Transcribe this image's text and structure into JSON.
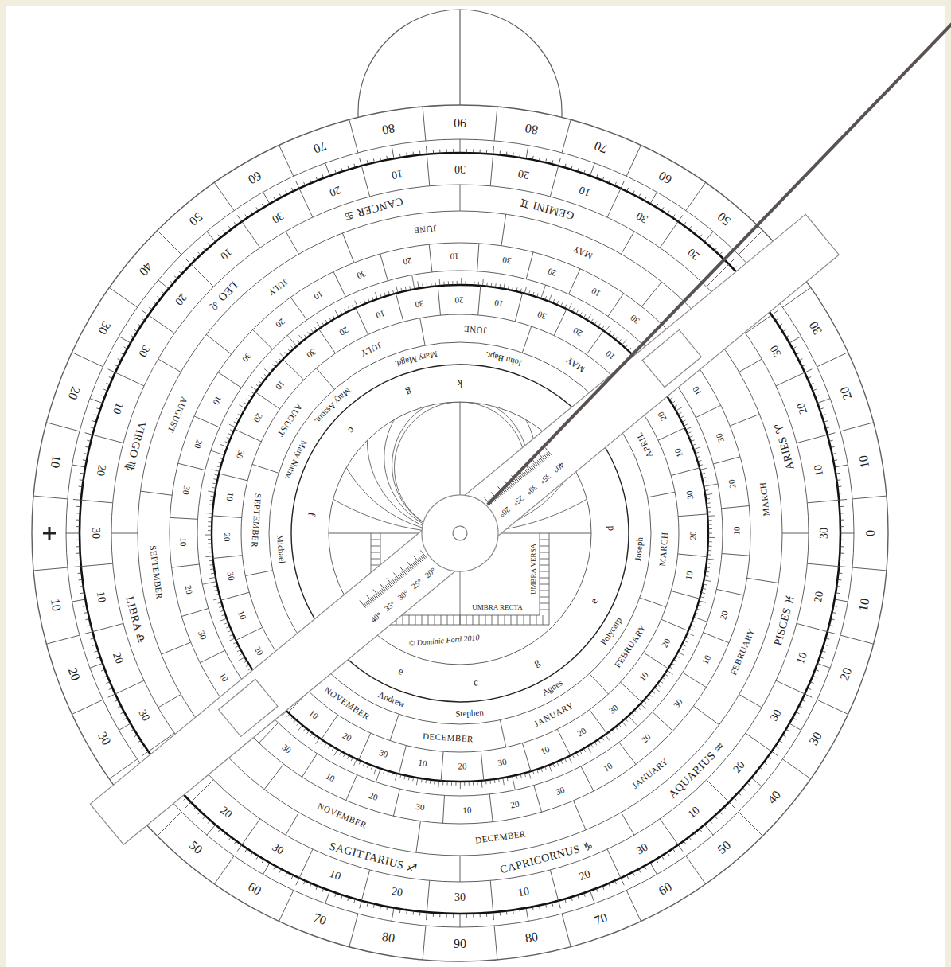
{
  "diagram": {
    "labels": [
      "0",
      "10",
      "20",
      "30",
      "50",
      "60",
      "70",
      "80",
      "90",
      "80",
      "70",
      "60",
      "50",
      "40",
      "30",
      "20",
      "10",
      "10",
      "20",
      "30",
      "50",
      "60",
      "70",
      "80",
      "90",
      "80",
      "70",
      "60",
      "50",
      "40",
      "30",
      "20",
      "10",
      "10",
      "20",
      "30",
      "20",
      "30",
      "10",
      "20",
      "30",
      "10",
      "20",
      "30",
      "10",
      "20",
      "30",
      "10",
      "20",
      "30",
      "10",
      "20",
      "30",
      "20",
      "30",
      "10",
      "20",
      "30",
      "10",
      "20",
      "30",
      "10",
      "20",
      "30",
      "10",
      "20",
      "30",
      "ARIES ♈",
      "GEMINI ♊",
      "CANCER ♋",
      "LEO ♌",
      "VIRGO ♍",
      "LIBRA ♎",
      "SAGITTARIUS ♐",
      "CAPRICORNUS ♑",
      "AQUARIUS ♒",
      "PISCES ♓",
      "MARCH",
      "MAY",
      "JUNE",
      "JULY",
      "AUGUST",
      "SEPTEMBER",
      "NOVEMBER",
      "DECEMBER",
      "JANUARY",
      "FEBRUARY",
      "10",
      "20",
      "30",
      "10",
      "30",
      "10",
      "20",
      "30",
      "10",
      "20",
      "30",
      "10",
      "20",
      "30",
      "10",
      "20",
      "30",
      "10",
      "20",
      "30",
      "10",
      "30",
      "10",
      "20",
      "30",
      "10",
      "20",
      "30",
      "10",
      "20",
      "30",
      "10",
      "20",
      "10",
      "20",
      "30",
      "10",
      "20",
      "10",
      "20",
      "30",
      "10",
      "20",
      "30",
      "10",
      "20",
      "30",
      "10",
      "20",
      "30",
      "10",
      "20",
      "30",
      "10",
      "20",
      "10",
      "20",
      "30",
      "10",
      "20",
      "30",
      "10",
      "20",
      "30",
      "10",
      "20",
      "MARCH",
      "APRIL",
      "MAY",
      "JUNE",
      "JULY",
      "AUGUST",
      "SEPTEMBER",
      "NOVEMBER",
      "DECEMBER",
      "JANUARY",
      "FEBRUARY",
      "John Bapt.",
      "Mary Magd.",
      "Mary Assum.",
      "Mary Nativ.",
      "Michael",
      "Andrew",
      "Stephen",
      "Agnes",
      "Polycarp",
      "Joseph",
      "d",
      "k",
      "g",
      "c",
      "f",
      "e",
      "c",
      "g",
      "e",
      "UMBRA RECTA",
      "UMBRA VERSA",
      "© Dominic Ford 2010",
      "20°",
      "25°",
      "30°",
      "35°",
      "40°",
      "20°",
      "25°",
      "30°",
      "35°",
      "40°"
    ]
  }
}
